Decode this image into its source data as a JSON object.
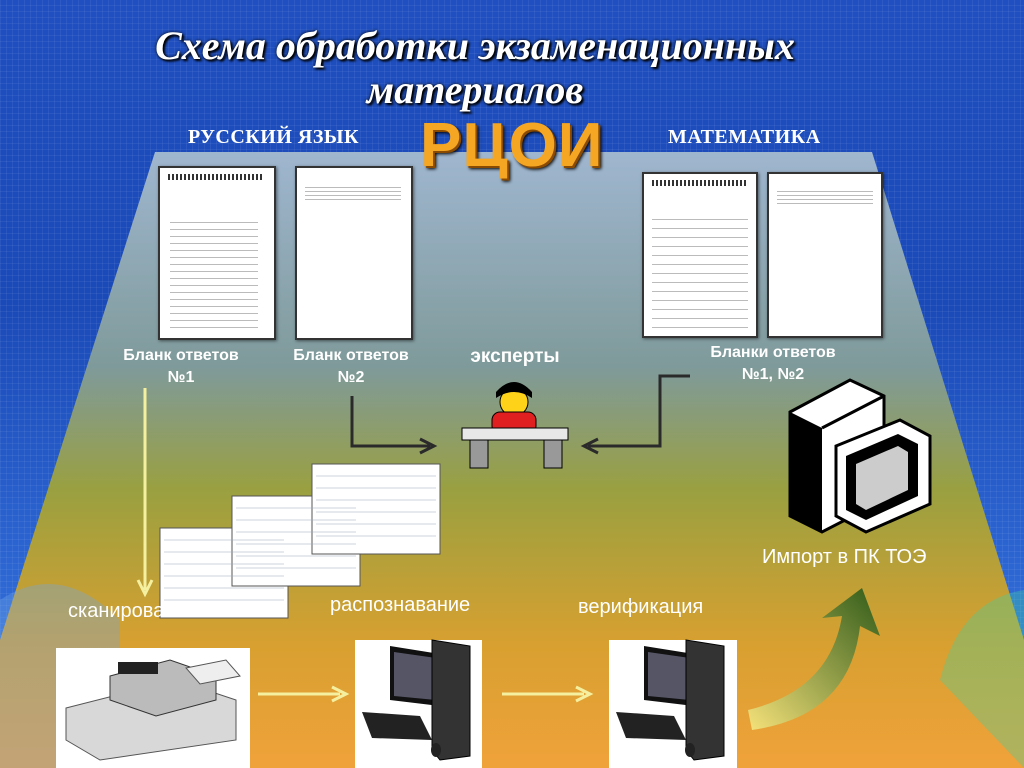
{
  "title_line1": "Схема обработки экзаменационных",
  "title_line2": "материалов",
  "center_logo": "РЦОИ",
  "left_subject": "РУССКИЙ ЯЗЫК",
  "right_subject": "МАТЕМАТИКА",
  "sheets": {
    "form1_label_line1": "Бланк ответов",
    "form1_label_line2": "№1",
    "form2_label_line1": "Бланк ответов",
    "form2_label_line2": "№2",
    "math_label_line1": "Бланки ответов",
    "math_label_line2": "№1, №2"
  },
  "experts_label": "эксперты",
  "import_label": "Импорт в ПК ТОЭ",
  "steps": {
    "scan": "сканирование",
    "recognize": "распознавание",
    "verify": "верификация"
  },
  "icons": [
    "expert-desk-icon",
    "server-computer-icon",
    "scanner-icon",
    "desktop-computer-icon"
  ],
  "colors": {
    "background_blue": "#1f4fc0",
    "trapezoid_top": "#8aa9c9",
    "trapezoid_bottom": "#f0a23a",
    "logo_orange": "#f5a623",
    "arrow_light": "#f4f0a0",
    "arrow_dark": "#2a2a2a"
  }
}
